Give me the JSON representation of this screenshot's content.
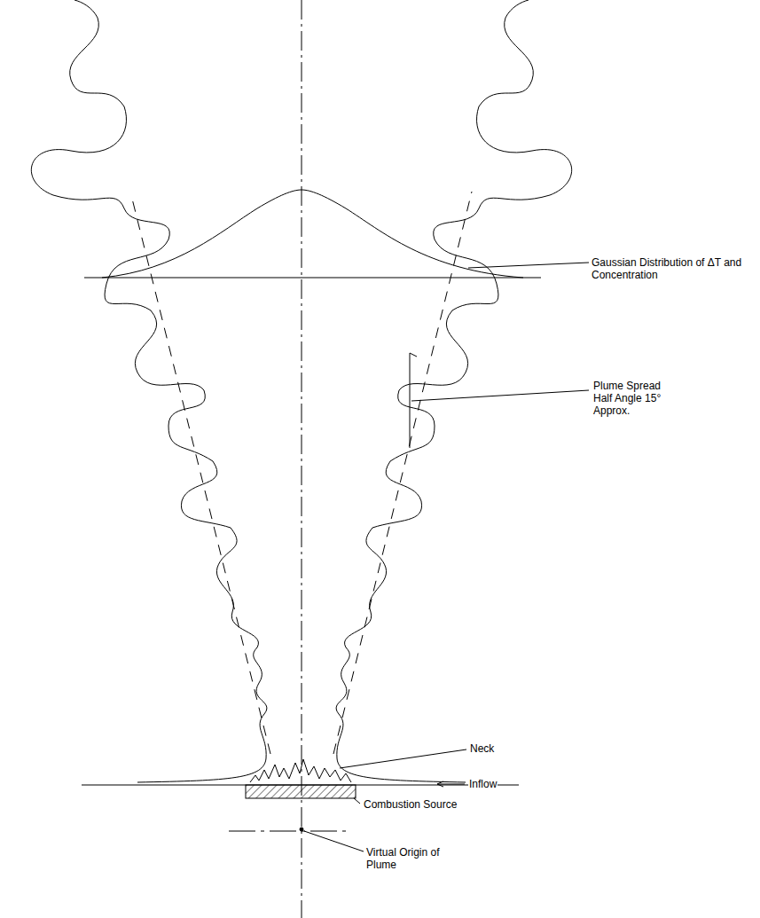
{
  "diagram": {
    "labels": [
      "Gaussian Distribution of ΔT and Concentration",
      "Plume Spread Half Angle 15° Approx.",
      "Neck",
      "Inflow",
      "Combustion Source",
      "Virtual Origin of Plume"
    ]
  }
}
